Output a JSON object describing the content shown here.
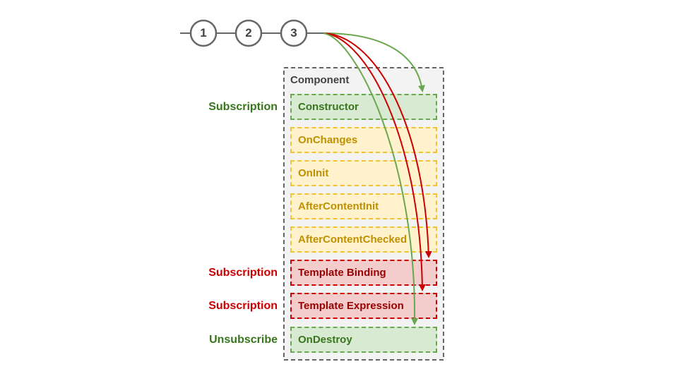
{
  "timeline": {
    "nodes": [
      "1",
      "2",
      "3"
    ]
  },
  "component": {
    "title": "Component",
    "hooks": [
      {
        "label": "Constructor",
        "color": "green",
        "side_label": "Subscription",
        "side_color": "#38761d"
      },
      {
        "label": "OnChanges",
        "color": "yellow"
      },
      {
        "label": "OnInit",
        "color": "yellow"
      },
      {
        "label": "AfterContentInit",
        "color": "yellow"
      },
      {
        "label": "AfterContentChecked",
        "color": "yellow"
      },
      {
        "label": "Template Binding",
        "color": "red",
        "side_label": "Subscription",
        "side_color": "#cc0000"
      },
      {
        "label": "Template Expression",
        "color": "red",
        "side_label": "Subscription",
        "side_color": "#cc0000"
      },
      {
        "label": "OnDestroy",
        "color": "green",
        "side_label": "Unsubscribe",
        "side_color": "#38761d"
      }
    ]
  },
  "colors": {
    "green": "#6aa84f",
    "red": "#cc0000",
    "yellow": "#f1c232",
    "node": "#666666"
  }
}
